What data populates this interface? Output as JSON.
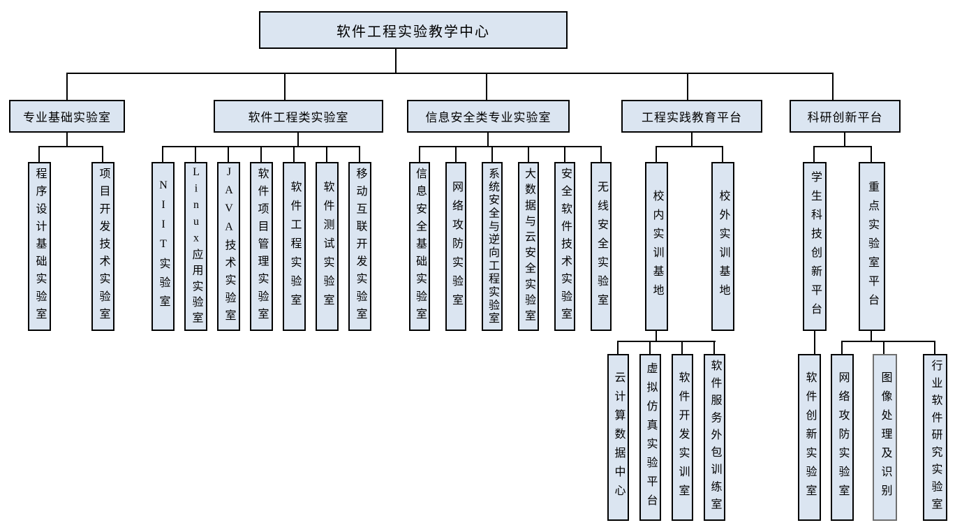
{
  "diagram": {
    "title": "软件工程实验教学中心",
    "colors": {
      "box_fill": "#dbe5f1",
      "box_border": "#000000",
      "connector": "#000000",
      "background": "#ffffff"
    },
    "tree": {
      "root": "软件工程实验教学中心",
      "branches": [
        {
          "label": "专业基础实验室",
          "children": [
            {
              "label": "程序设计基础实验室"
            },
            {
              "label": "项目开发技术实验室"
            }
          ]
        },
        {
          "label": "软件工程类实验室",
          "children": [
            {
              "label": "NIIT实验室"
            },
            {
              "label": "Linux应用实验室"
            },
            {
              "label": "JAVA技术实验室"
            },
            {
              "label": "软件项目管理实验室"
            },
            {
              "label": "软件工程实验室"
            },
            {
              "label": "软件测试实验室"
            },
            {
              "label": "移动互联开发实验室"
            }
          ]
        },
        {
          "label": "信息安全类专业实验室",
          "children": [
            {
              "label": "信息安全基础实验室"
            },
            {
              "label": "网络攻防实验室"
            },
            {
              "label": "系统安全与逆向工程实验室"
            },
            {
              "label": "大数据与云安全实验室"
            },
            {
              "label": "安全软件技术实验室"
            },
            {
              "label": "无线安全实验室"
            }
          ]
        },
        {
          "label": "工程实践教育平台",
          "children": [
            {
              "label": "校内实训基地",
              "children": [
                {
                  "label": "云计算数据中心"
                },
                {
                  "label": "虚拟仿真实验平台"
                },
                {
                  "label": "软件开发实训室"
                },
                {
                  "label": "软件服务外包训练室"
                }
              ]
            },
            {
              "label": "校外实训基地"
            }
          ]
        },
        {
          "label": "科研创新平台",
          "children": [
            {
              "label": "学生科技创新平台",
              "children": [
                {
                  "label": "软件创新实验室"
                }
              ]
            },
            {
              "label": "重点实验室平台",
              "children": [
                {
                  "label": "网络攻防实验室"
                },
                {
                  "label": "图像处理及识别"
                },
                {
                  "label": "行业软件研究实验室"
                }
              ]
            }
          ]
        }
      ]
    }
  }
}
